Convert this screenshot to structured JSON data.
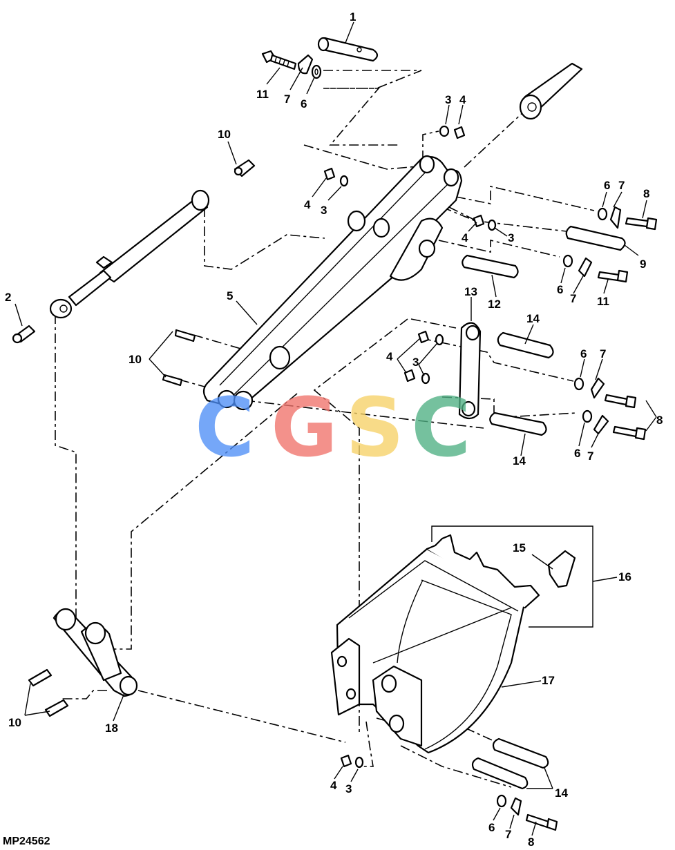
{
  "figure_id": "MP24562",
  "watermark": {
    "letters": [
      {
        "char": "C",
        "color": "#4f8ff7"
      },
      {
        "char": "G",
        "color": "#f0736b"
      },
      {
        "char": "S",
        "color": "#f7d267"
      },
      {
        "char": "C",
        "color": "#4fb083"
      }
    ]
  },
  "callouts": {
    "c1": "1",
    "c11a": "11",
    "c7a": "7",
    "c6a": "6",
    "c3a": "3",
    "c4a": "4",
    "c10a": "10",
    "c4b": "4",
    "c3b": "3",
    "c6b": "6",
    "c7b": "7",
    "c8a": "8",
    "c4c": "4",
    "c3c": "3",
    "c9": "9",
    "c6c": "6",
    "c7c": "7",
    "c11b": "11",
    "c12": "12",
    "c2": "2",
    "c5": "5",
    "c13": "13",
    "c14a": "14",
    "c4d": "4",
    "c3d": "3",
    "c6d": "6",
    "c7d": "7",
    "c10b": "10",
    "c8b": "8",
    "c6e": "6",
    "c7e": "7",
    "c14b": "14",
    "c15": "15",
    "c16": "16",
    "c17": "17",
    "c10c": "10",
    "c18": "18",
    "c4e": "4",
    "c3e": "3",
    "c14c": "14",
    "c6f": "6",
    "c7f": "7",
    "c8c": "8"
  }
}
